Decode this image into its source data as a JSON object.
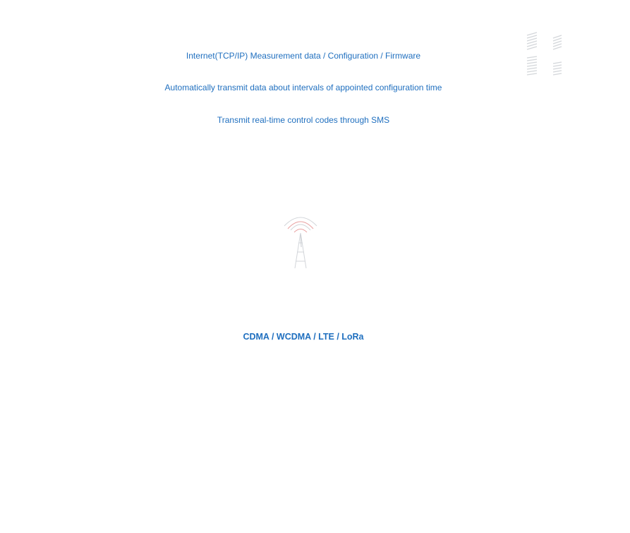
{
  "labels": {
    "internet": "Internet(TCP/IP) Measurement data / Configuration / Firmware",
    "auto_transmit": "Automatically transmit data about intervals of appointed configuration time",
    "sms": "Transmit real-time control codes through SMS",
    "network": "CDMA / WCDMA / LTE / LoRa"
  },
  "icons": {
    "server": "server-icon",
    "tower": "cell-tower-icon"
  },
  "colors": {
    "text": "#1f6fbf",
    "icon_faint": "#d3d6da",
    "signal_red": "#e8a0a0"
  }
}
